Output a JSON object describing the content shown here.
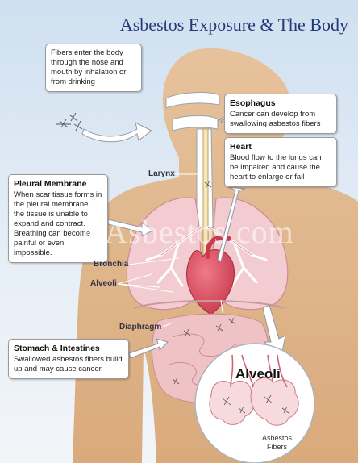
{
  "title": "Asbestos Exposure & The Body",
  "watermark": "©Asbestos.com",
  "intro": {
    "text": "Fibers enter the body through the nose and mouth by inhalation or from drinking"
  },
  "esophagus": {
    "heading": "Esophagus",
    "text": "Cancer can develop from swallowing asbestos fibers"
  },
  "heart": {
    "heading": "Heart",
    "text": "Blood flow to the lungs can be impaired and cause the heart to enlarge or fail"
  },
  "pleural": {
    "heading": "Pleural Membrane",
    "text": "When scar tissue forms in the pleural membrane, the tissue is unable to expand and contract. Breathing can become painful or even impossible."
  },
  "stomach": {
    "heading": "Stomach & Intestines",
    "text": "Swallowed asbestos fibers build up and may cause cancer"
  },
  "labels": {
    "larynx": "Larynx",
    "bronchia": "Bronchia",
    "alveoli": "Alveoli",
    "diaphragm": "Diaphragm"
  },
  "inset": {
    "title": "Alveoli",
    "fibers_line1": "Asbestos",
    "fibers_line2": "Fibers"
  },
  "colors": {
    "body": "#e4bc92",
    "lung": "#f2ccd0",
    "heart": "#d94c5f",
    "title": "#243a78"
  }
}
